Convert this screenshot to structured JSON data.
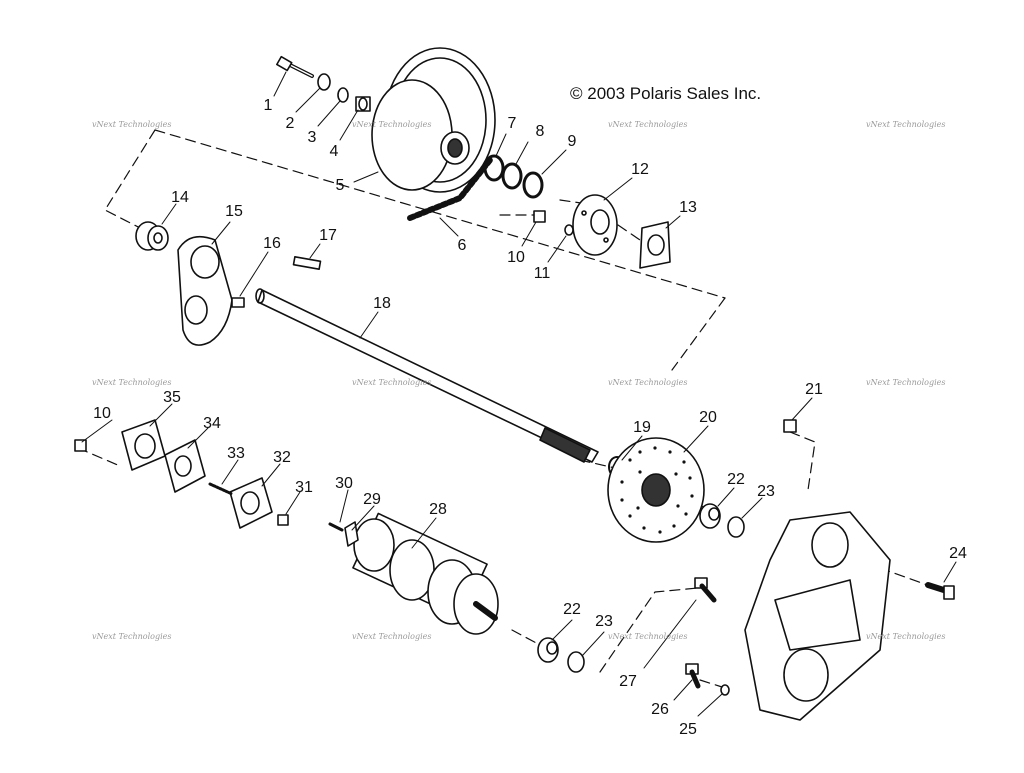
{
  "copyright": "© 2003 Polaris Sales Inc.",
  "watermark": "vNext Technologies",
  "callouts": [
    "1",
    "2",
    "3",
    "4",
    "5",
    "6",
    "7",
    "8",
    "9",
    "10",
    "11",
    "12",
    "13",
    "14",
    "15",
    "16",
    "17",
    "18",
    "10",
    "35",
    "34",
    "33",
    "32",
    "31",
    "30",
    "29",
    "28",
    "19",
    "20",
    "21",
    "22",
    "23",
    "24",
    "22",
    "23",
    "27",
    "26",
    "25"
  ]
}
